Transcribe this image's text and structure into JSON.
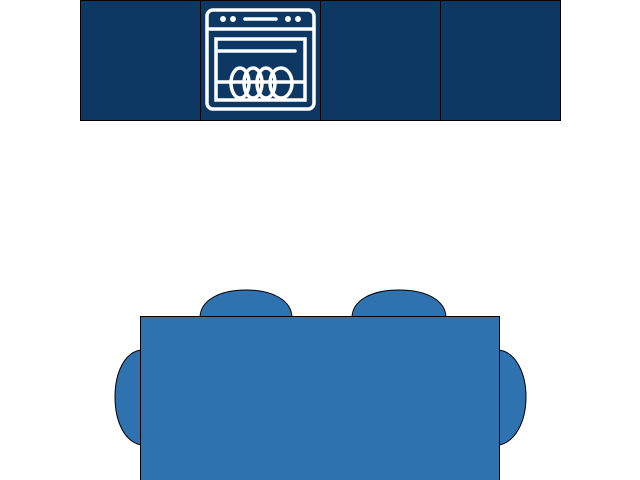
{
  "colors": {
    "cabinet": "#0c3863",
    "table": "#2e72af",
    "outline": "#000000",
    "icon": "#ffffff"
  },
  "cabinets": [
    {
      "type": "cabinet"
    },
    {
      "type": "dishwasher",
      "icon": "dishwasher-icon"
    },
    {
      "type": "cabinet"
    },
    {
      "type": "cabinet"
    }
  ],
  "table": {
    "chairs": 4
  }
}
